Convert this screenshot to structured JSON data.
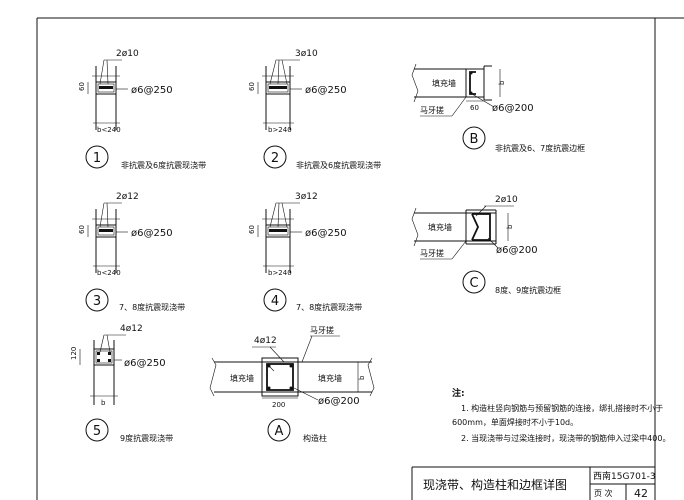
{
  "details": {
    "d1": {
      "num": "1",
      "top_rebar": "2ø10",
      "stirrup": "ø6@250",
      "dim_h": "60",
      "dim_b": "b<240",
      "caption": "非抗震及6度抗震现浇带"
    },
    "d2": {
      "num": "2",
      "top_rebar": "3ø10",
      "stirrup": "ø6@250",
      "dim_h": "60",
      "dim_b": "b>240",
      "caption": "非抗震及6度抗震现浇带"
    },
    "d3": {
      "num": "3",
      "top_rebar": "2ø12",
      "stirrup": "ø6@250",
      "dim_h": "60",
      "dim_b": "b<240",
      "caption": "7、8度抗震现浇带"
    },
    "d4": {
      "num": "4",
      "top_rebar": "3ø12",
      "stirrup": "ø6@250",
      "dim_h": "60",
      "dim_b": "b>240",
      "caption": "7、8度抗震现浇带"
    },
    "d5": {
      "num": "5",
      "top_rebar": "4ø12",
      "stirrup": "ø6@250",
      "dim_h": "120",
      "dim_b": "b",
      "caption": "9度抗震现浇带"
    },
    "dA": {
      "num": "A",
      "rebar": "4ø12",
      "tooth": "马牙搓",
      "infill_left": "填充墙",
      "infill_right": "填充墙",
      "dim": "200",
      "dim_b": "b",
      "stirrup": "ø6@200",
      "caption": "构造柱"
    },
    "dB": {
      "num": "B",
      "infill": "填充墙",
      "tooth": "马牙搓",
      "dim": "60",
      "dim_b": "b",
      "stirrup": "ø6@200",
      "caption": "非抗震及6、7度抗震边框"
    },
    "dC": {
      "num": "C",
      "rebar": "2ø10",
      "infill": "填充墙",
      "tooth": "马牙搓",
      "dim_b": "b",
      "stirrup": "ø6@200",
      "caption": "8度、9度抗震边框"
    }
  },
  "notes": {
    "heading": "注:",
    "line1": "1. 构造柱竖向钢筋与预留钢筋的连接，绑扎搭接时不小于",
    "line2": "600mm，单面焊接时不小于10d。",
    "line3": "2. 当现浇带与过梁连接时，现浇带的钢筋伸入过梁中400。"
  },
  "title_block": {
    "title": "现浇带、构造柱和边框详图",
    "code": "西南15G701-3",
    "page_label": "页 次",
    "page_no": "42"
  }
}
